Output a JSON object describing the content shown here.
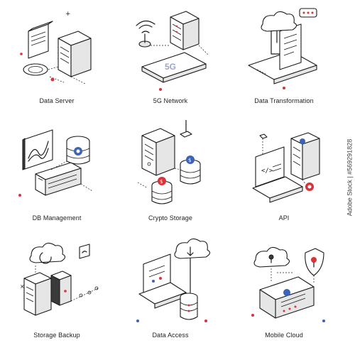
{
  "items": [
    {
      "label": "Data Server"
    },
    {
      "label": "5G Network"
    },
    {
      "label": "Data Transformation"
    },
    {
      "label": "DB Management"
    },
    {
      "label": "Crypto Storage"
    },
    {
      "label": "API"
    },
    {
      "label": "Storage Backup"
    },
    {
      "label": "Data Access"
    },
    {
      "label": "Mobile Cloud"
    }
  ],
  "side_label": "Adobe Stock | #569291828",
  "network_text": "5G",
  "colors": {
    "accent_red": "#d8333a",
    "accent_blue": "#3c63b5",
    "ink": "#1a1a1a"
  }
}
